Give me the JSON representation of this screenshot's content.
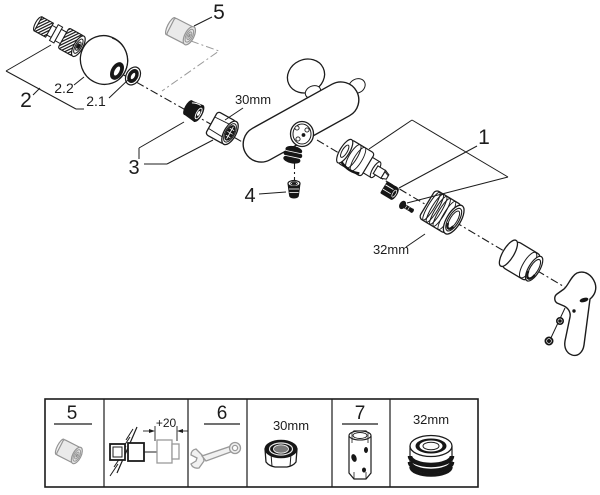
{
  "colors": {
    "line": "#1c1c1c",
    "dark_fill": "#161616",
    "grey_line": "#9a9a9a",
    "grey_fill": "#ececec",
    "background": "#ffffff"
  },
  "diagram": {
    "callouts": {
      "c1": "1",
      "c2": "2",
      "c2_1": "2.1",
      "c2_2": "2.2",
      "c3": "3",
      "c4": "4",
      "c5": "5"
    },
    "dimensions": {
      "nut": "30mm",
      "retaining_ring": "32mm"
    }
  },
  "legend": {
    "cells": [
      {
        "id": "spare-part-5",
        "label": "5",
        "icon": "union-adapter"
      },
      {
        "id": "wall-extension",
        "label": "+20",
        "icon": "extension-install-diagram"
      },
      {
        "id": "tool-6",
        "label": "6",
        "icon": "open-end-wrench"
      },
      {
        "id": "nut-30mm",
        "label": "30mm",
        "icon": "hex-nut"
      },
      {
        "id": "extension-7",
        "label": "7",
        "icon": "extension-tube"
      },
      {
        "id": "ring-32mm",
        "label": "32mm",
        "icon": "grooved-ring"
      }
    ]
  }
}
